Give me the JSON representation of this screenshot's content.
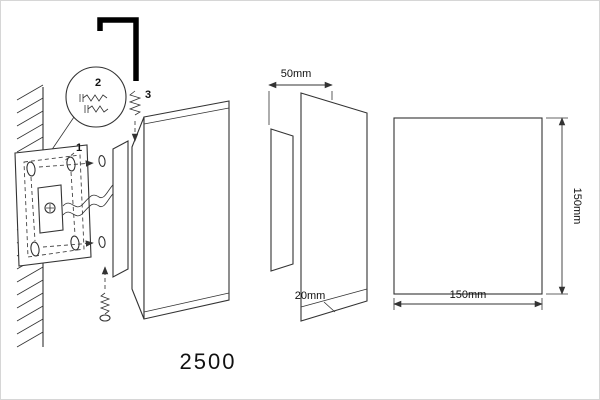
{
  "figure": {
    "model_number": "2500",
    "callouts": {
      "one": "1",
      "two": "2",
      "three": "3"
    },
    "dimensions": {
      "depth": "50mm",
      "edge_thickness": "20mm",
      "height": "150mm",
      "width": "150mm"
    }
  }
}
